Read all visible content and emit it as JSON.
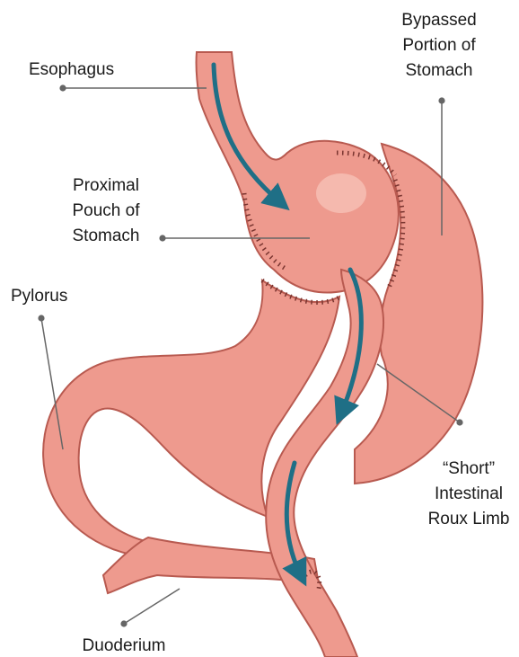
{
  "labels": {
    "esophagus": "Esophagus",
    "bypassed_1": "Bypassed",
    "bypassed_2": "Portion of",
    "bypassed_3": "Stomach",
    "proximal_1": "Proximal",
    "proximal_2": "Pouch of",
    "proximal_3": "Stomach",
    "pylorus": "Pylorus",
    "short_1": "“Short”",
    "short_2": "Intestinal",
    "short_3": "Roux Limb",
    "duoderium": "Duoderium"
  },
  "colors": {
    "tissue_fill": "#ee9a8e",
    "tissue_light": "#f7c3b8",
    "tissue_outline": "#b85a50",
    "staple": "#7a3530",
    "flow_arrow": "#1f6f86",
    "leader_line": "#666666"
  }
}
